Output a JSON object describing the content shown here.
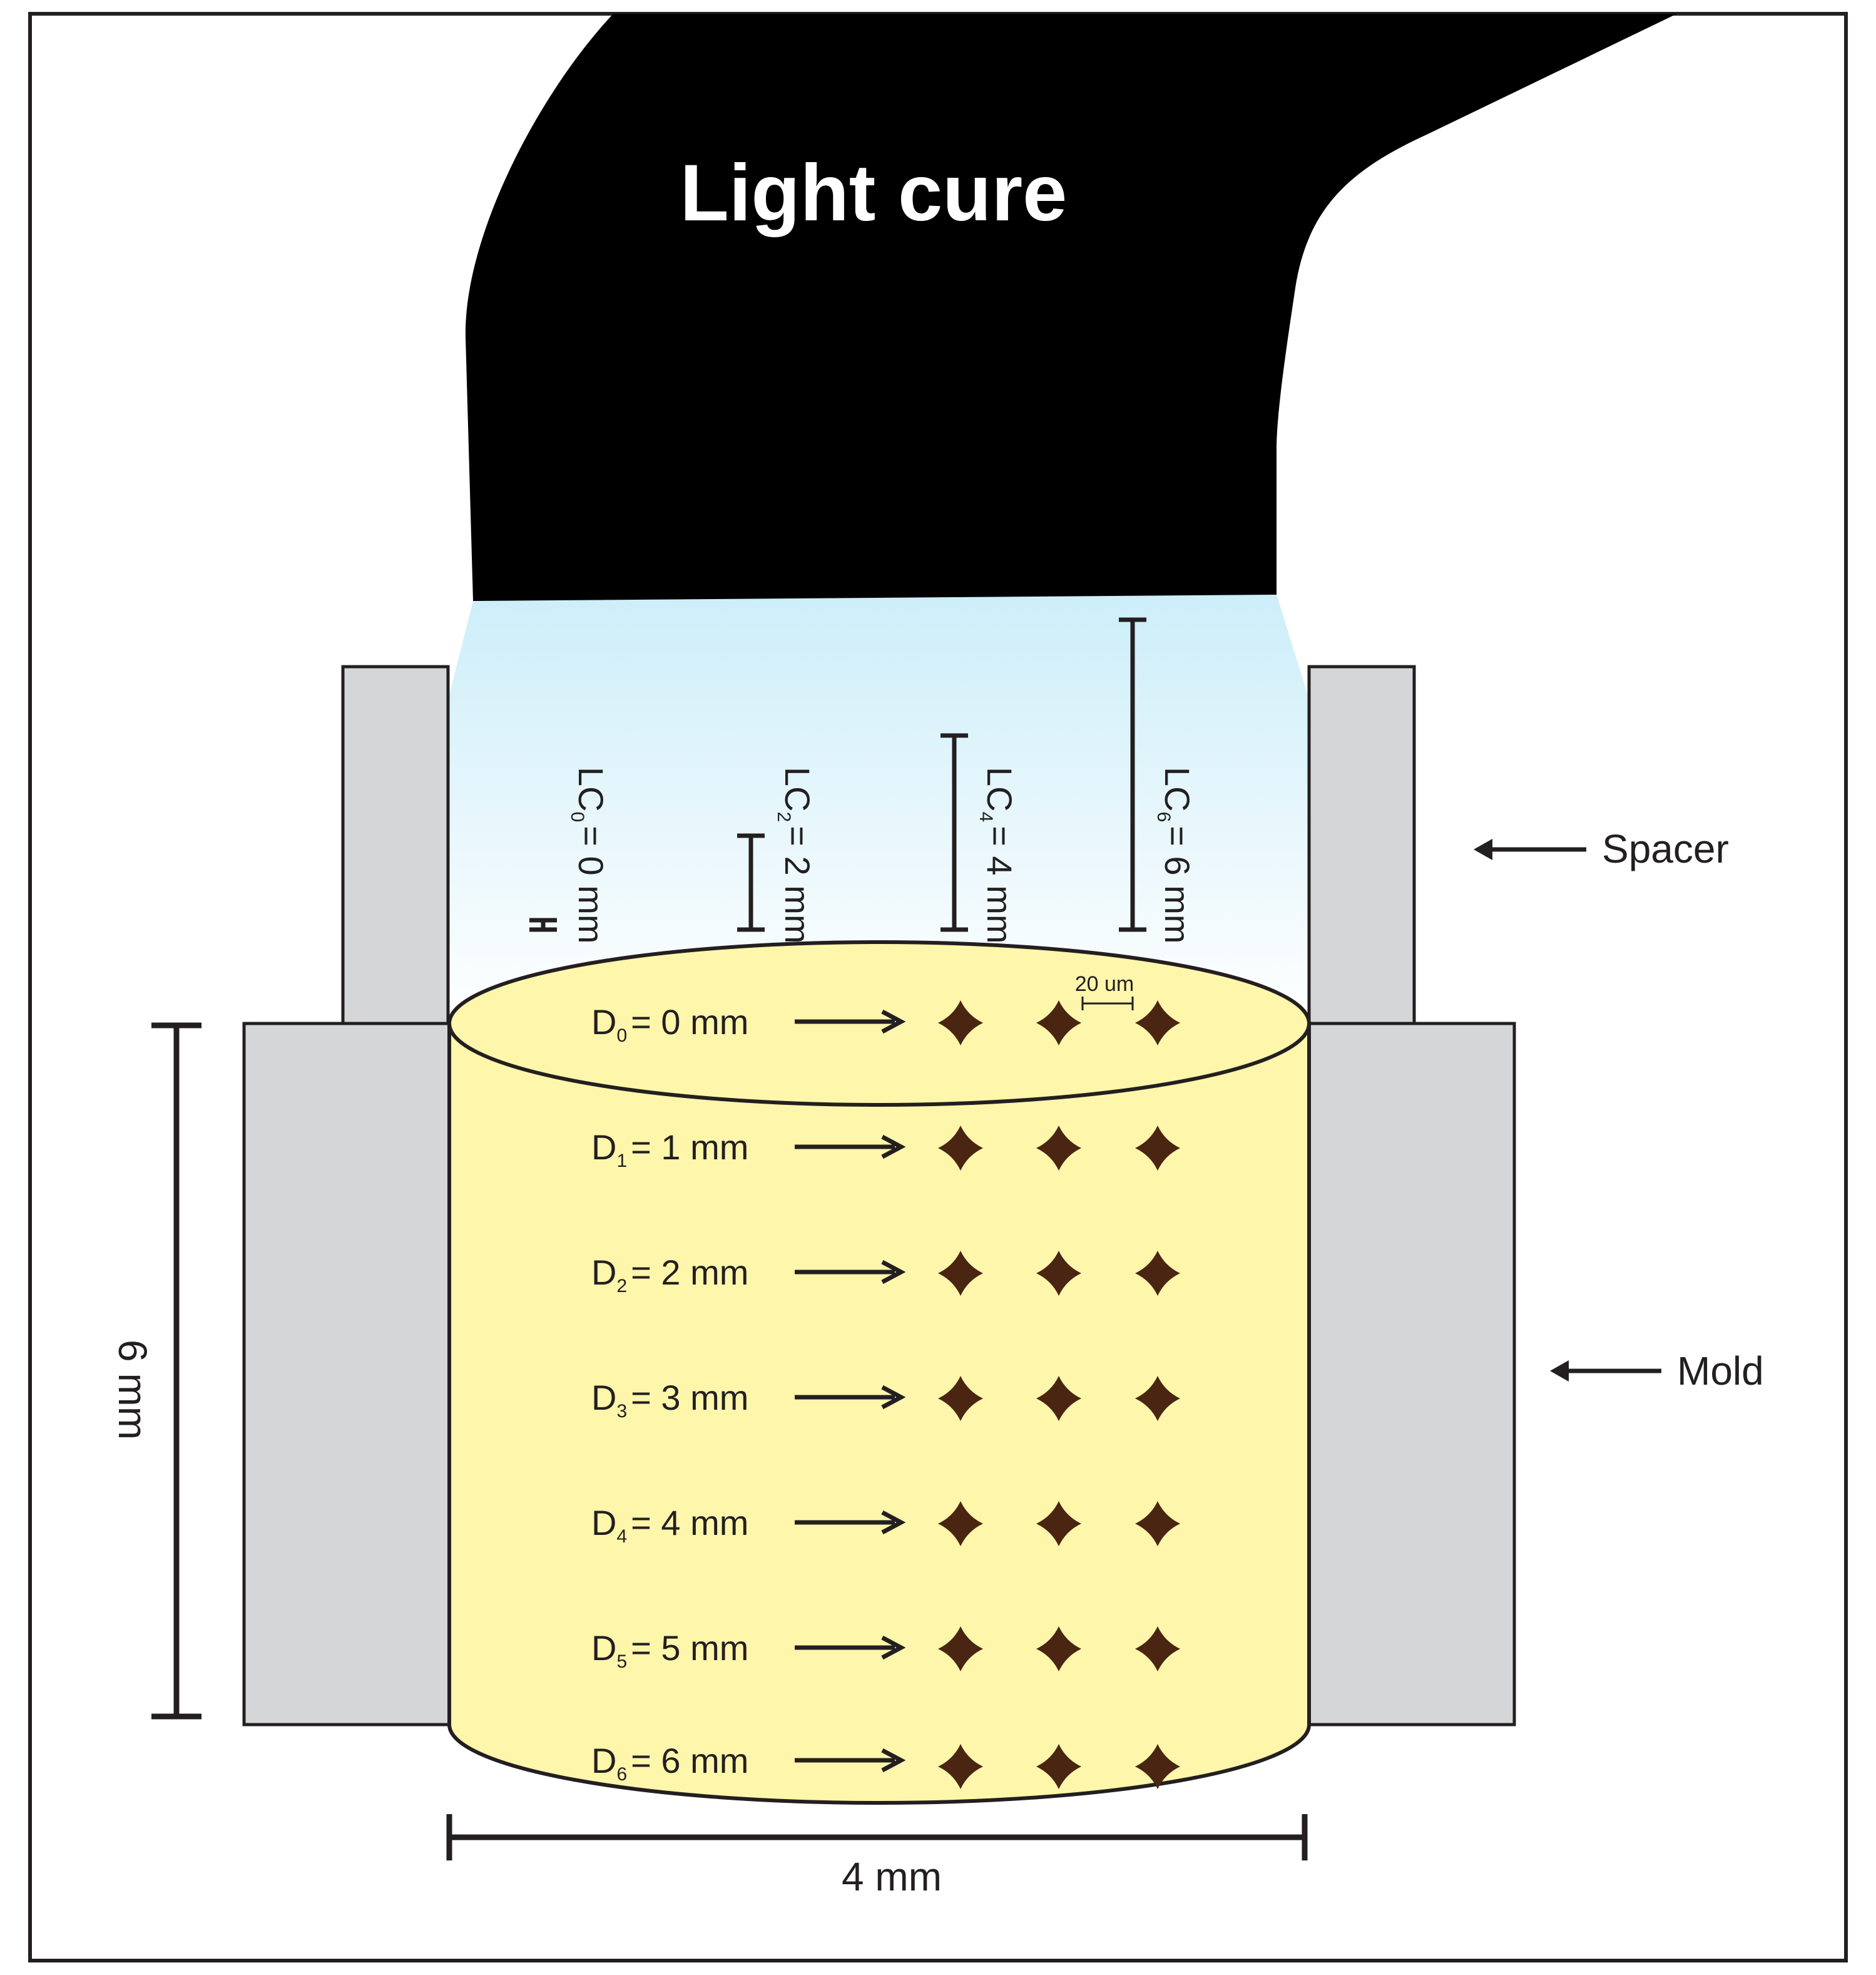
{
  "title": "Light cure",
  "labels": {
    "spacer": "Spacer",
    "mold": "Mold",
    "height": "6 mm",
    "width": "4 mm",
    "scale": "20 um"
  },
  "light_gaps": [
    {
      "prefix": "LC",
      "sub": "0",
      "suffix": "= 0 mm"
    },
    {
      "prefix": "LC",
      "sub": "2",
      "suffix": "= 2 mm"
    },
    {
      "prefix": "LC",
      "sub": "4",
      "suffix": "= 4 mm"
    },
    {
      "prefix": "LC",
      "sub": "6",
      "suffix": "= 6 mm"
    }
  ],
  "depths": [
    {
      "prefix": "D",
      "sub": "0",
      "suffix": "= 0 mm"
    },
    {
      "prefix": "D",
      "sub": "1",
      "suffix": "= 1 mm"
    },
    {
      "prefix": "D",
      "sub": "2",
      "suffix": "= 2 mm"
    },
    {
      "prefix": "D",
      "sub": "3",
      "suffix": "= 3 mm"
    },
    {
      "prefix": "D",
      "sub": "4",
      "suffix": "= 4 mm"
    },
    {
      "prefix": "D",
      "sub": "5",
      "suffix": "= 5 mm"
    },
    {
      "prefix": "D",
      "sub": "6",
      "suffix": "= 6 mm"
    }
  ],
  "colors": {
    "light_tip": "#000000",
    "light_beam": "#cdeef9",
    "specimen": "#fef6ab",
    "mold": "#d5d6d8",
    "marker": "#4a2511"
  }
}
